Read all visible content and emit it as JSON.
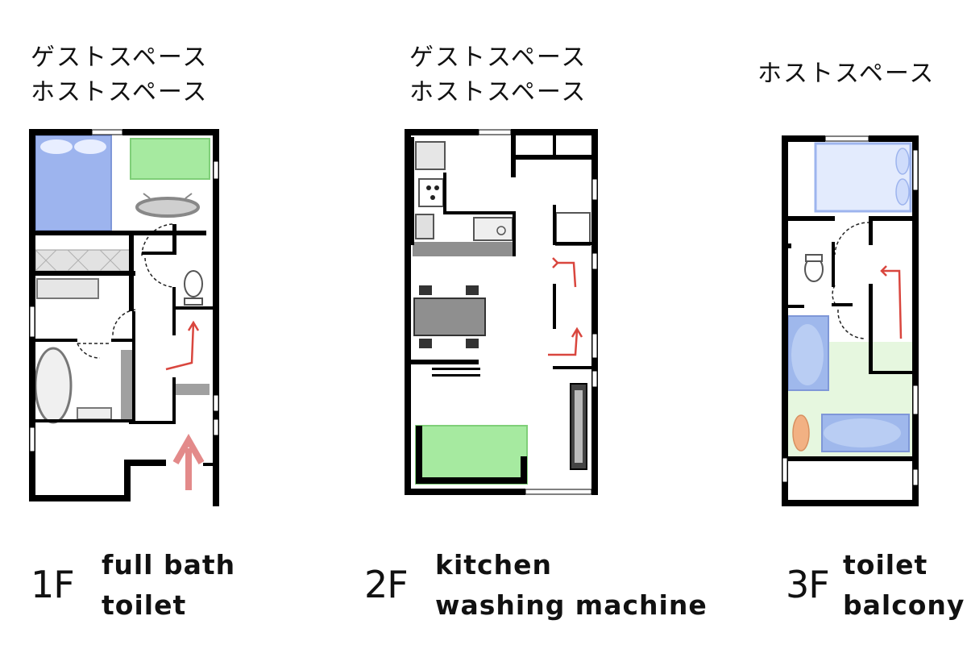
{
  "floors": [
    {
      "space_labels": [
        "ゲストスペース",
        "ホストスペース"
      ],
      "floor_label": "1F",
      "features": [
        "full bath",
        "toilet"
      ]
    },
    {
      "space_labels": [
        "ゲストスペース",
        "ホストスペース"
      ],
      "floor_label": "2F",
      "features": [
        "kitchen",
        "washing machine"
      ]
    },
    {
      "space_labels": [
        "ホストスペース"
      ],
      "floor_label": "3F",
      "features": [
        "toilet",
        "balcony"
      ]
    }
  ],
  "colors": {
    "wall": "#000000",
    "bed": "#9db4ee",
    "sofa": "#a6eaa0",
    "arrow": "#d9463e",
    "entrance_arrow": "#e38a8a",
    "furniture_gray": "#a0a0a0",
    "bath_blue": "#9fb8ec",
    "balcony_green": "#e6f7df",
    "accent_orange": "#f2b183"
  }
}
